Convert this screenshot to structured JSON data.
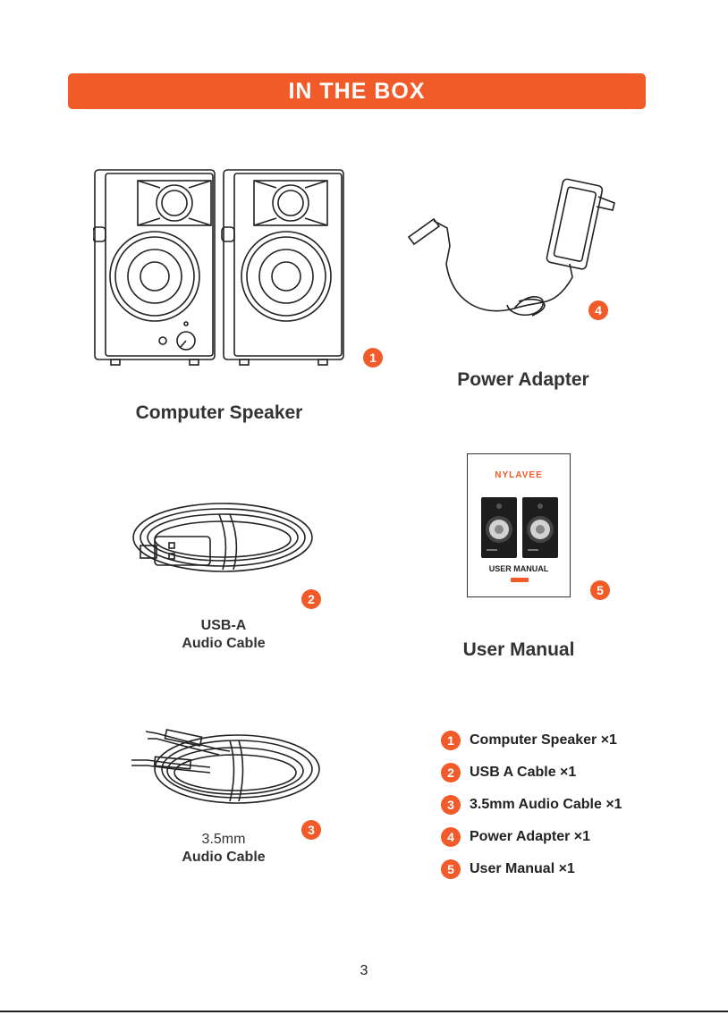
{
  "header": {
    "title": "IN THE BOX"
  },
  "items": [
    {
      "badge": "1",
      "caption": "Computer Speaker"
    },
    {
      "badge": "2",
      "caption_line1": "USB-A",
      "caption_line2": "Audio Cable"
    },
    {
      "badge": "3",
      "caption_line1": "3.5mm",
      "caption_line2": "Audio Cable"
    },
    {
      "badge": "4",
      "caption": "Power Adapter"
    },
    {
      "badge": "5",
      "caption": "User Manual"
    }
  ],
  "manual_cover": {
    "brand": "NYLAVEE",
    "title": "USER MANUAL"
  },
  "checklist": [
    {
      "num": "1",
      "text": "Computer Speaker ×1"
    },
    {
      "num": "2",
      "text": "USB A Cable ×1"
    },
    {
      "num": "3",
      "text": "3.5mm Audio Cable ×1"
    },
    {
      "num": "4",
      "text": "Power Adapter ×1"
    },
    {
      "num": "5",
      "text": "User Manual ×1"
    }
  ],
  "colors": {
    "accent": "#f15a29",
    "text": "#222222"
  },
  "page_number": "3"
}
